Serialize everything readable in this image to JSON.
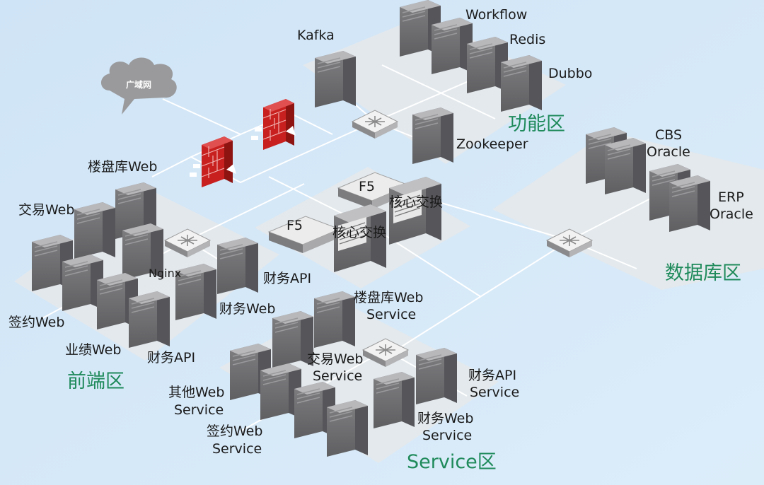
{
  "cloud": {
    "label": "广域网"
  },
  "zones": {
    "function": "功能区",
    "database": "数据库区",
    "frontend": "前端区",
    "service": "Service区"
  },
  "function_zone": {
    "kafka": "Kafka",
    "workflow": "Workflow",
    "redis": "Redis",
    "dubbo": "Dubbo",
    "zookeeper": "Zookeeper"
  },
  "core": {
    "f5_top": "F5",
    "f5_left": "F5",
    "switch_top": "核心交换",
    "switch_left": "核心交换"
  },
  "database_zone": {
    "cbs_line1": "CBS",
    "cbs_line2": "Oracle",
    "erp_line1": "ERP",
    "erp_line2": "Oracle"
  },
  "frontend_zone": {
    "loupan_web": "楼盘库Web",
    "jiaoyi_web": "交易Web",
    "nginx": "Nginx",
    "caiwu_api_right": "财务API",
    "caiwu_web": "财务Web",
    "qianyue_web": "签约Web",
    "yeji_web": "业绩Web",
    "caiwu_api_bottom": "财务API"
  },
  "service_zone": {
    "loupan_line1": "楼盘库Web",
    "loupan_line2": "Service",
    "jiaoyi_line1": "交易Web",
    "jiaoyi_line2": "Service",
    "caiwuapi_line1": "财务API",
    "caiwuapi_line2": "Service",
    "qita_line1": "其他Web",
    "qita_line2": "Service",
    "caiwuweb_line1": "财务Web",
    "caiwuweb_line2": "Service",
    "qianyue_line1": "签约Web",
    "qianyue_line2": "Service"
  },
  "colors": {
    "background": "#d6e9f8",
    "platform": "#e4e8ec",
    "server": "#6f6f72",
    "firewall": "#c8201e",
    "zone_text": "#1f8a5b",
    "link": "#ffffff"
  }
}
